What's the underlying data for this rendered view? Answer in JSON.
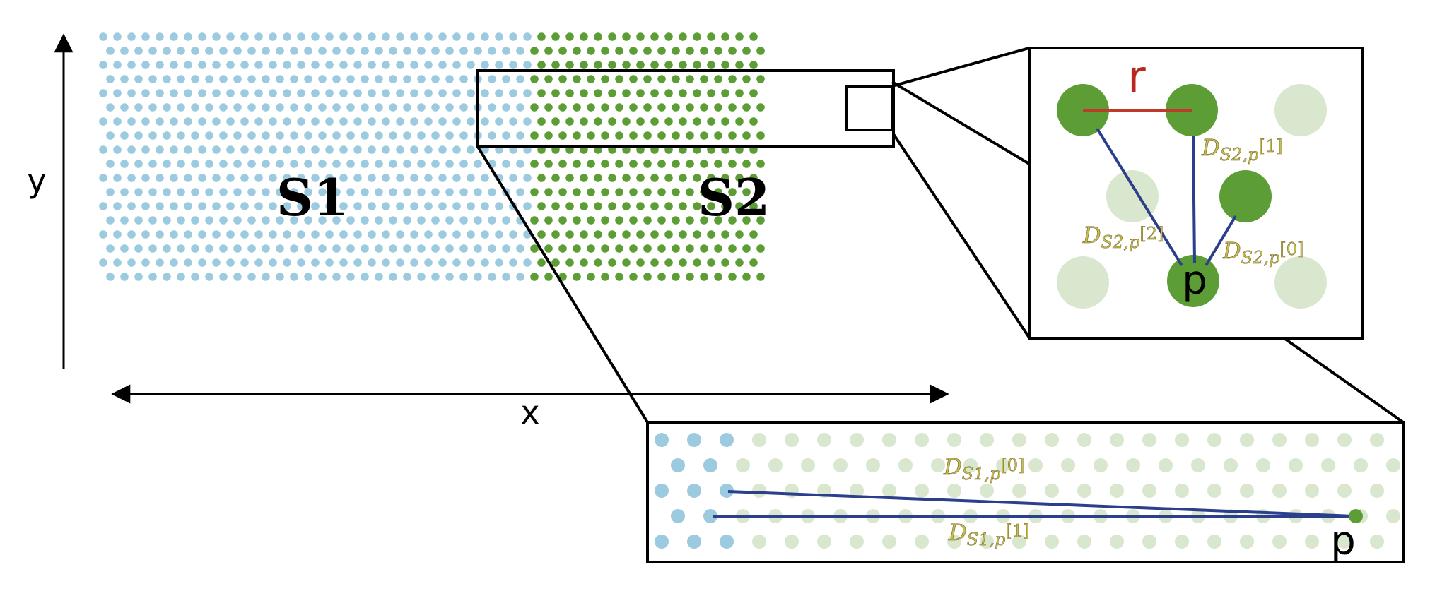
{
  "axes": {
    "x_label": "x",
    "y_label": "y"
  },
  "regions": [
    {
      "label": "S1",
      "color": "#9ccbe0"
    },
    {
      "label": "S2",
      "color": "#5c9e35"
    }
  ],
  "colors": {
    "faded_green": "#d8e7cd",
    "distance_line": "#2b3f8c",
    "radius_line": "#c0392b",
    "frame": "#000000"
  },
  "zoom_small": {
    "point_label": "p",
    "radius_label": "r",
    "distances": [
      {
        "main": "D",
        "sub": "S2,p",
        "index": "[1]"
      },
      {
        "main": "D",
        "sub": "S2,p",
        "index": "[2]"
      },
      {
        "main": "D",
        "sub": "S2,p",
        "index": "[0]"
      }
    ]
  },
  "zoom_strip": {
    "point_label": "p",
    "distances": [
      {
        "main": "D",
        "sub": "S1,p",
        "index": "[0]"
      },
      {
        "main": "D",
        "sub": "S1,p",
        "index": "[1]"
      }
    ]
  }
}
